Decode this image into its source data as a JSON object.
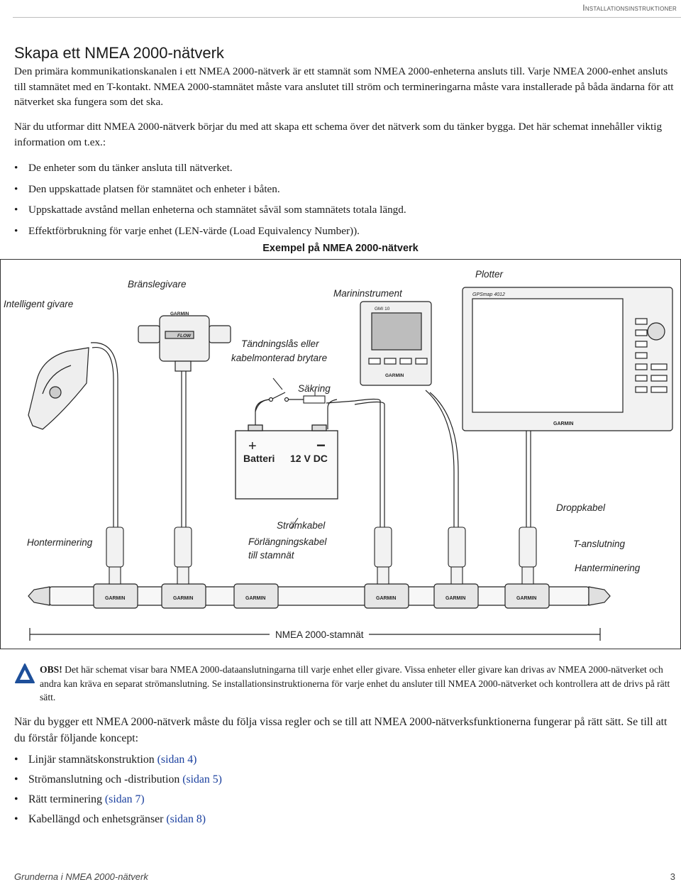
{
  "header": {
    "section": "Installationsinstruktioner"
  },
  "title": "Skapa ett NMEA 2000-nätverk",
  "intro": {
    "p1": "Den primära kommunikationskanalen i ett NMEA 2000-nätverk är ett stamnät som NMEA 2000-enheterna ansluts till. Varje NMEA 2000-enhet ansluts till stamnätet med en T-kontakt. NMEA 2000-stamnätet måste vara anslutet till ström och termineringarna måste vara installerade på båda ändarna för att nätverket ska fungera som det ska.",
    "p2": "När du utformar ditt NMEA 2000-nätverk börjar du med att skapa ett schema över det nätverk som du tänker bygga. Det här schemat innehåller viktig information om t.ex.:",
    "bullets": [
      "De enheter som du tänker ansluta till nätverket.",
      "Den uppskattade platsen för stamnätet och enheter i båten.",
      "Uppskattade avstånd mellan enheterna och stamnätet såväl som stamnätets totala längd.",
      "Effektförbrukning för varje enhet (LEN-värde (Load Equivalency Number))."
    ]
  },
  "figure": {
    "title": "Exempel på NMEA 2000-nätverk",
    "labels": {
      "smart_sensor": "Intelligent givare",
      "fuel_sensor": "Bränslegivare",
      "marine_instrument": "Marininstrument",
      "plotter": "Plotter",
      "ignition": [
        "Tändningslås eller",
        "kabelmonterad brytare"
      ],
      "fuse": "Säkring",
      "battery": "Batteri",
      "battery_voltage": "12 V DC",
      "battery_plus": "+",
      "battery_minus": "−",
      "power_cable": "Strömkabel",
      "extension": [
        "Förlängningskabel",
        "till stamnät"
      ],
      "female_term": "Honterminering",
      "drop_cable": "Droppkabel",
      "t_connector": "T-anslutning",
      "male_term": "Hanterminering",
      "backbone": "NMEA 2000-stamnät",
      "brand": "GARMIN",
      "flow": "FLOW",
      "plotter_model": "GPSmap 4012",
      "instrument_model": "GMI 10"
    }
  },
  "note": {
    "label": "OBS!",
    "text": " Det här schemat visar bara NMEA 2000-dataanslutningarna till varje enhet eller givare. Vissa enheter eller givare kan drivas av NMEA 2000-nätverket och andra kan kräva en separat strömanslutning. Se installationsinstruktionerna för varje enhet du ansluter till NMEA 2000-nätverket och kontrollera att de drivs på rätt sätt."
  },
  "rules": {
    "intro": "När du bygger ett NMEA 2000-nätverk måste du följa vissa regler och se till att NMEA 2000-nätverksfunktionerna fungerar på rätt sätt. Se till att du förstår följande koncept:",
    "items": [
      {
        "text": "Linjär stamnätskonstruktion ",
        "link": "(sidan 4)"
      },
      {
        "text": "Strömanslutning och -distribution ",
        "link": "(sidan 5)"
      },
      {
        "text": "Rätt terminering ",
        "link": "(sidan 7)"
      },
      {
        "text": "Kabellängd och enhetsgränser ",
        "link": "(sidan 8)"
      }
    ]
  },
  "footer": {
    "left": "Grunderna i NMEA 2000-nätverk",
    "page": "3"
  }
}
